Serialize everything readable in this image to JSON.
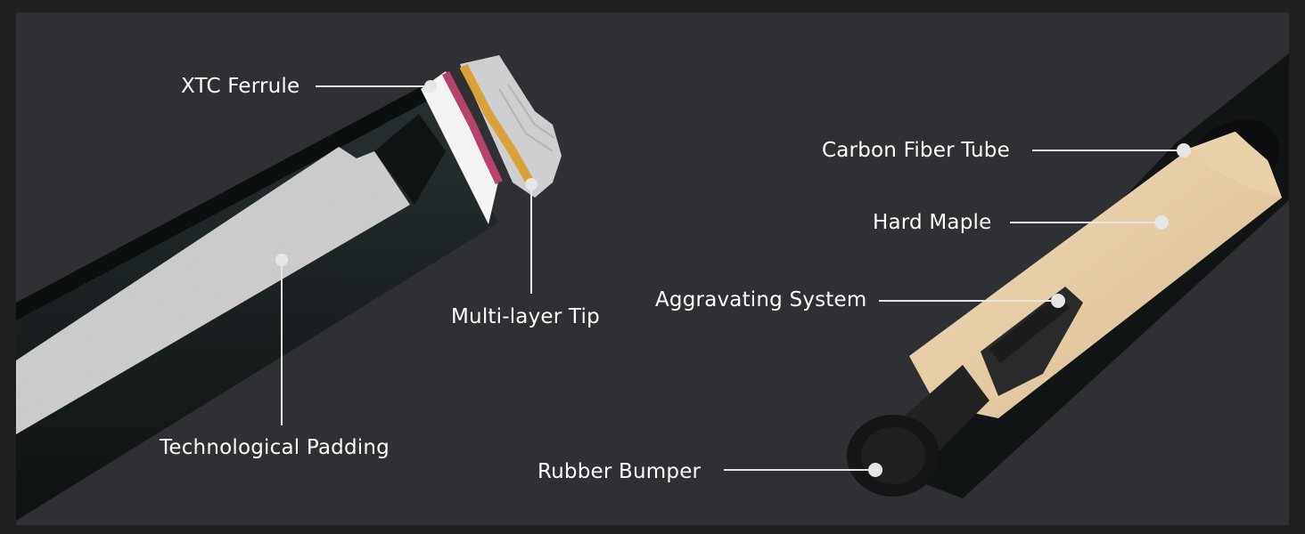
{
  "labels": {
    "xtc_ferrule": "XTC Ferrule",
    "multi_layer_tip": "Multi-layer Tip",
    "technological_padding": "Technological Padding",
    "carbon_fiber_tube": "Carbon Fiber Tube",
    "hard_maple": "Hard Maple",
    "aggravating_system": "Aggravating System",
    "rubber_bumper": "Rubber Bumper"
  },
  "colors": {
    "background": "#2f3034",
    "frame": "#1f2022",
    "shaft": "#15191a",
    "padding": "#c9c9c9",
    "tip_red": "#b8426b",
    "tip_orange": "#d9a13a",
    "maple": "#e7cfa8",
    "leader": "#e6e6e6"
  }
}
